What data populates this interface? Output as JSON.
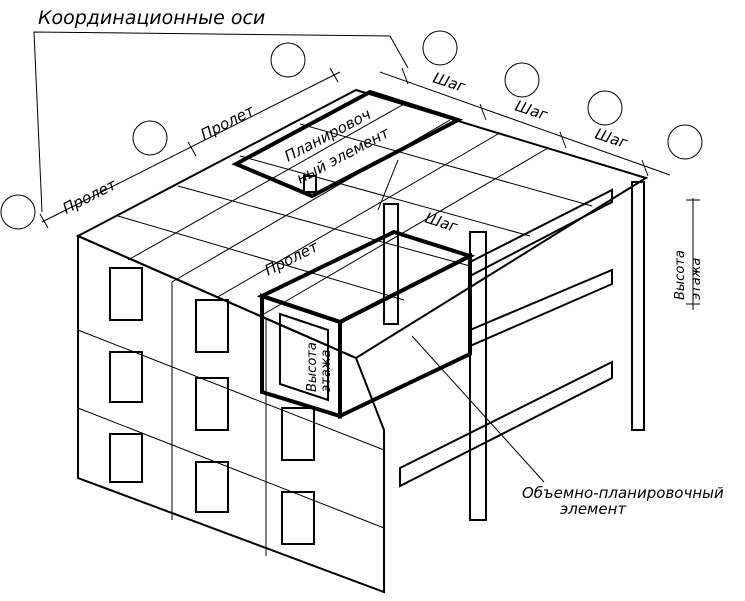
{
  "title": "Координационные оси",
  "labels": {
    "span_1": "Пролет",
    "span_2": "Пролет",
    "span_3": "Пролет",
    "step_1": "Шаг",
    "step_2": "Шаг",
    "step_3": "Шаг",
    "step_4": "Шаг",
    "planning_element_line1": "Планировоч",
    "planning_element_line2": "ный элемент",
    "floor_height_right_line1": "Высота",
    "floor_height_right_line2": "этажа",
    "floor_height_inner_line1": "Высота",
    "floor_height_inner_line2": "этажа",
    "volume_element_line1": "Объемно-планировочный",
    "volume_element_line2": "элемент"
  }
}
